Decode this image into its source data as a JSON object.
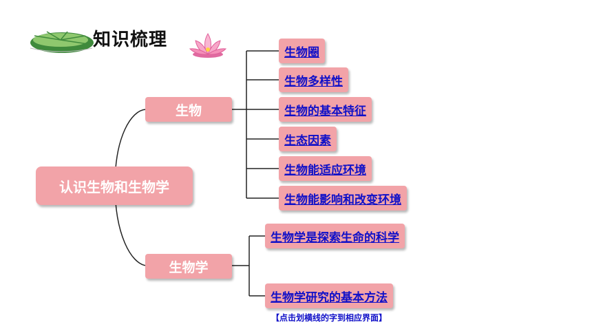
{
  "header": {
    "title": "知识梳理"
  },
  "root": {
    "label": "认识生物和生物学"
  },
  "branches": [
    {
      "label": "生物",
      "children": [
        "生物圈",
        "生物多样性",
        "生物的基本特征",
        "生态因素",
        "生物能适应环境",
        "生物能影响和改变环境"
      ]
    },
    {
      "label": "生物学",
      "children": [
        "生物学是探索生命的科学",
        "生物学研究的基本方法"
      ]
    }
  ],
  "hint": "【点击划横线的字到相应界面】",
  "colors": {
    "box": "#f2a3a8",
    "link": "#1010c8",
    "line": "#222222",
    "lotus_leaf": "#3f8a3c",
    "lotus_flower": "#f48fb8"
  }
}
